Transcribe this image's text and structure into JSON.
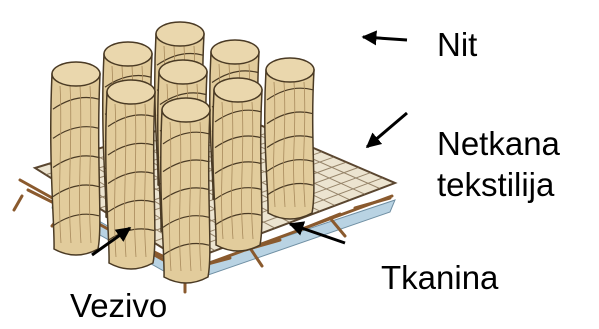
{
  "labels": {
    "nit": "Nit",
    "netkana_line1": "Netkana",
    "netkana_line2": "tekstilija",
    "tkanina": "Tkanina",
    "vezivo": "Vezivo"
  },
  "colors": {
    "background": "#ffffff",
    "yarn_fill": "#e2cc9c",
    "yarn_outline": "#4a3a24",
    "mat_fill": "#ece4d0",
    "fabric_fiber": "#8a5a2e",
    "binder_blue": "#b9d3e3",
    "arrow": "#000000",
    "text": "#000000"
  }
}
